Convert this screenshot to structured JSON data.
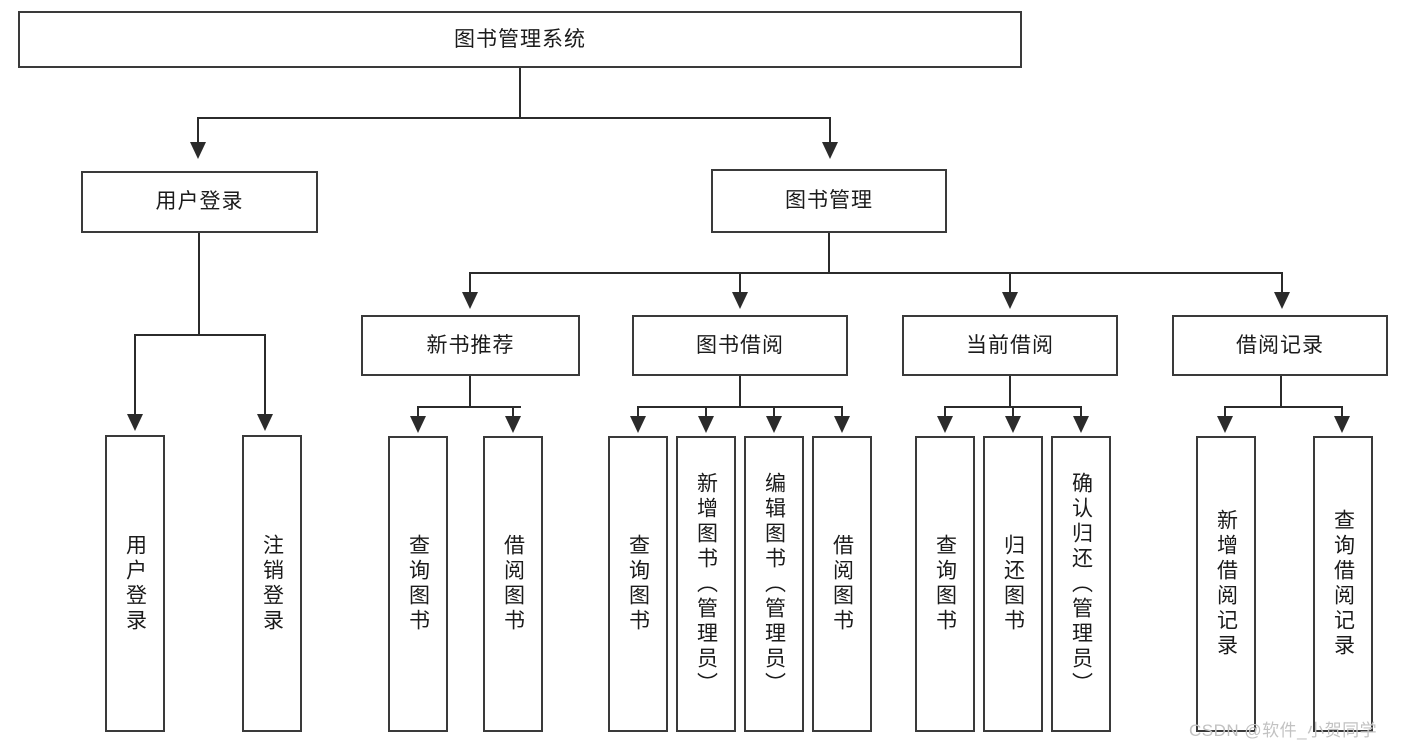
{
  "diagram": {
    "type": "tree-hierarchy",
    "title": "图书管理系统",
    "root": {
      "id": "root",
      "label": "图书管理系统",
      "orientation": "horizontal"
    },
    "level2": [
      {
        "id": "user-login",
        "label": "用户登录",
        "orientation": "horizontal"
      },
      {
        "id": "book-manage",
        "label": "图书管理",
        "orientation": "horizontal"
      }
    ],
    "level3": [
      {
        "id": "new-book-recommend",
        "label": "新书推荐",
        "orientation": "horizontal"
      },
      {
        "id": "book-borrow",
        "label": "图书借阅",
        "orientation": "horizontal"
      },
      {
        "id": "current-borrow",
        "label": "当前借阅",
        "orientation": "horizontal"
      },
      {
        "id": "borrow-record",
        "label": "借阅记录",
        "orientation": "horizontal"
      }
    ],
    "leaves": [
      {
        "id": "leaf-user-login",
        "label": "用户登录",
        "parent": "user-login",
        "orientation": "vertical"
      },
      {
        "id": "leaf-logout",
        "label": "注销登录",
        "parent": "user-login",
        "orientation": "vertical"
      },
      {
        "id": "leaf-query-book-1",
        "label": "查询图书",
        "parent": "new-book-recommend",
        "orientation": "vertical"
      },
      {
        "id": "leaf-borrow-book-1",
        "label": "借阅图书",
        "parent": "new-book-recommend",
        "orientation": "vertical"
      },
      {
        "id": "leaf-query-book-2",
        "label": "查询图书",
        "parent": "book-borrow",
        "orientation": "vertical"
      },
      {
        "id": "leaf-add-book",
        "label": "新增图书（管理员）",
        "parent": "book-borrow",
        "orientation": "vertical"
      },
      {
        "id": "leaf-edit-book",
        "label": "编辑图书（管理员）",
        "parent": "book-borrow",
        "orientation": "vertical"
      },
      {
        "id": "leaf-borrow-book-2",
        "label": "借阅图书",
        "parent": "book-borrow",
        "orientation": "vertical"
      },
      {
        "id": "leaf-query-book-3",
        "label": "查询图书",
        "parent": "current-borrow",
        "orientation": "vertical"
      },
      {
        "id": "leaf-return-book",
        "label": "归还图书",
        "parent": "current-borrow",
        "orientation": "vertical"
      },
      {
        "id": "leaf-confirm-return",
        "label": "确认归还（管理员）",
        "parent": "current-borrow",
        "orientation": "vertical"
      },
      {
        "id": "leaf-add-record",
        "label": "新增借阅记录",
        "parent": "borrow-record",
        "orientation": "vertical"
      },
      {
        "id": "leaf-query-record",
        "label": "查询借阅记录",
        "parent": "borrow-record",
        "orientation": "vertical"
      }
    ],
    "colors": {
      "border": "#3a3a3a",
      "line": "#2b2b2b",
      "text": "#1b1b1b",
      "background": "#ffffff",
      "watermark": "#c2c2c2"
    }
  },
  "watermark": {
    "text": "CSDN @软件_小贺同学"
  }
}
